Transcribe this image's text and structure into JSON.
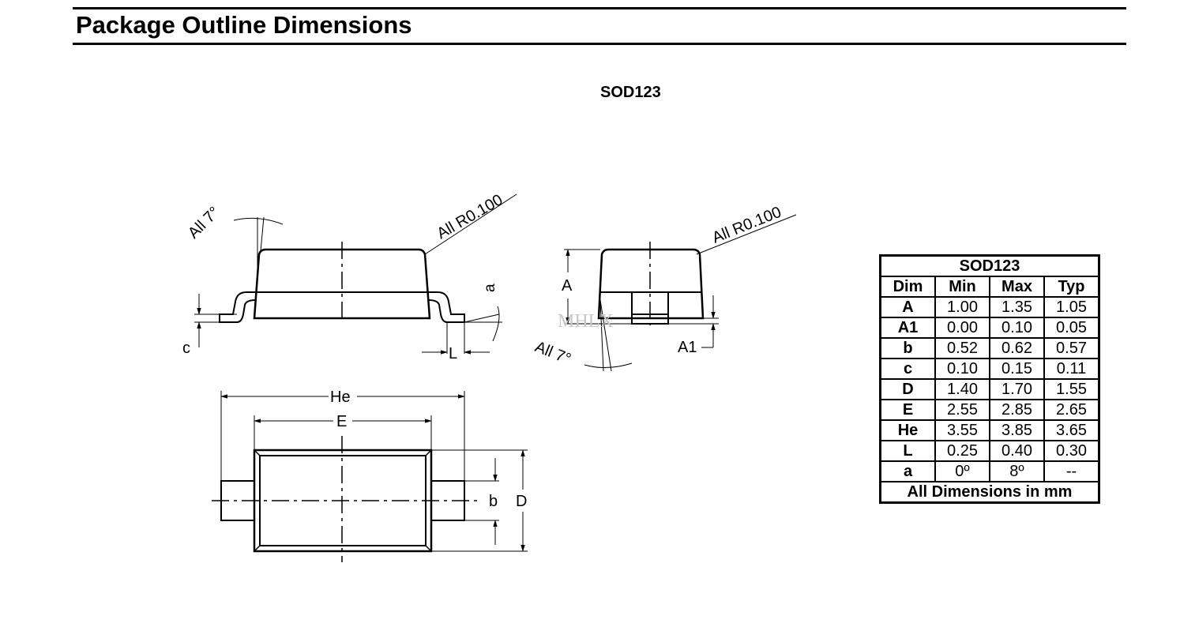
{
  "header": {
    "title": "Package Outline Dimensions"
  },
  "package_label": "SOD123",
  "watermark": "MHLX",
  "drawing_labels": {
    "angle_left": "All 7°",
    "radius_left": "All R0.100",
    "radius_right": "All R0.100",
    "angle_right": "All 7°",
    "a_angle": "a",
    "c": "c",
    "L": "L",
    "A": "A",
    "A1": "A1",
    "He": "He",
    "E": "E",
    "b": "b",
    "D": "D"
  },
  "table": {
    "title": "SOD123",
    "columns": [
      "Dim",
      "Min",
      "Max",
      "Typ"
    ],
    "rows": [
      {
        "dim": "A",
        "min": "1.00",
        "max": "1.35",
        "typ": "1.05"
      },
      {
        "dim": "A1",
        "min": "0.00",
        "max": "0.10",
        "typ": "0.05"
      },
      {
        "dim": "b",
        "min": "0.52",
        "max": "0.62",
        "typ": "0.57"
      },
      {
        "dim": "c",
        "min": "0.10",
        "max": "0.15",
        "typ": "0.11"
      },
      {
        "dim": "D",
        "min": "1.40",
        "max": "1.70",
        "typ": "1.55"
      },
      {
        "dim": "E",
        "min": "2.55",
        "max": "2.85",
        "typ": "2.65"
      },
      {
        "dim": "He",
        "min": "3.55",
        "max": "3.85",
        "typ": "3.65"
      },
      {
        "dim": "L",
        "min": "0.25",
        "max": "0.40",
        "typ": "0.30"
      },
      {
        "dim": "a",
        "min": "0º",
        "max": "8º",
        "typ": "--"
      }
    ],
    "footer": "All Dimensions in mm"
  }
}
